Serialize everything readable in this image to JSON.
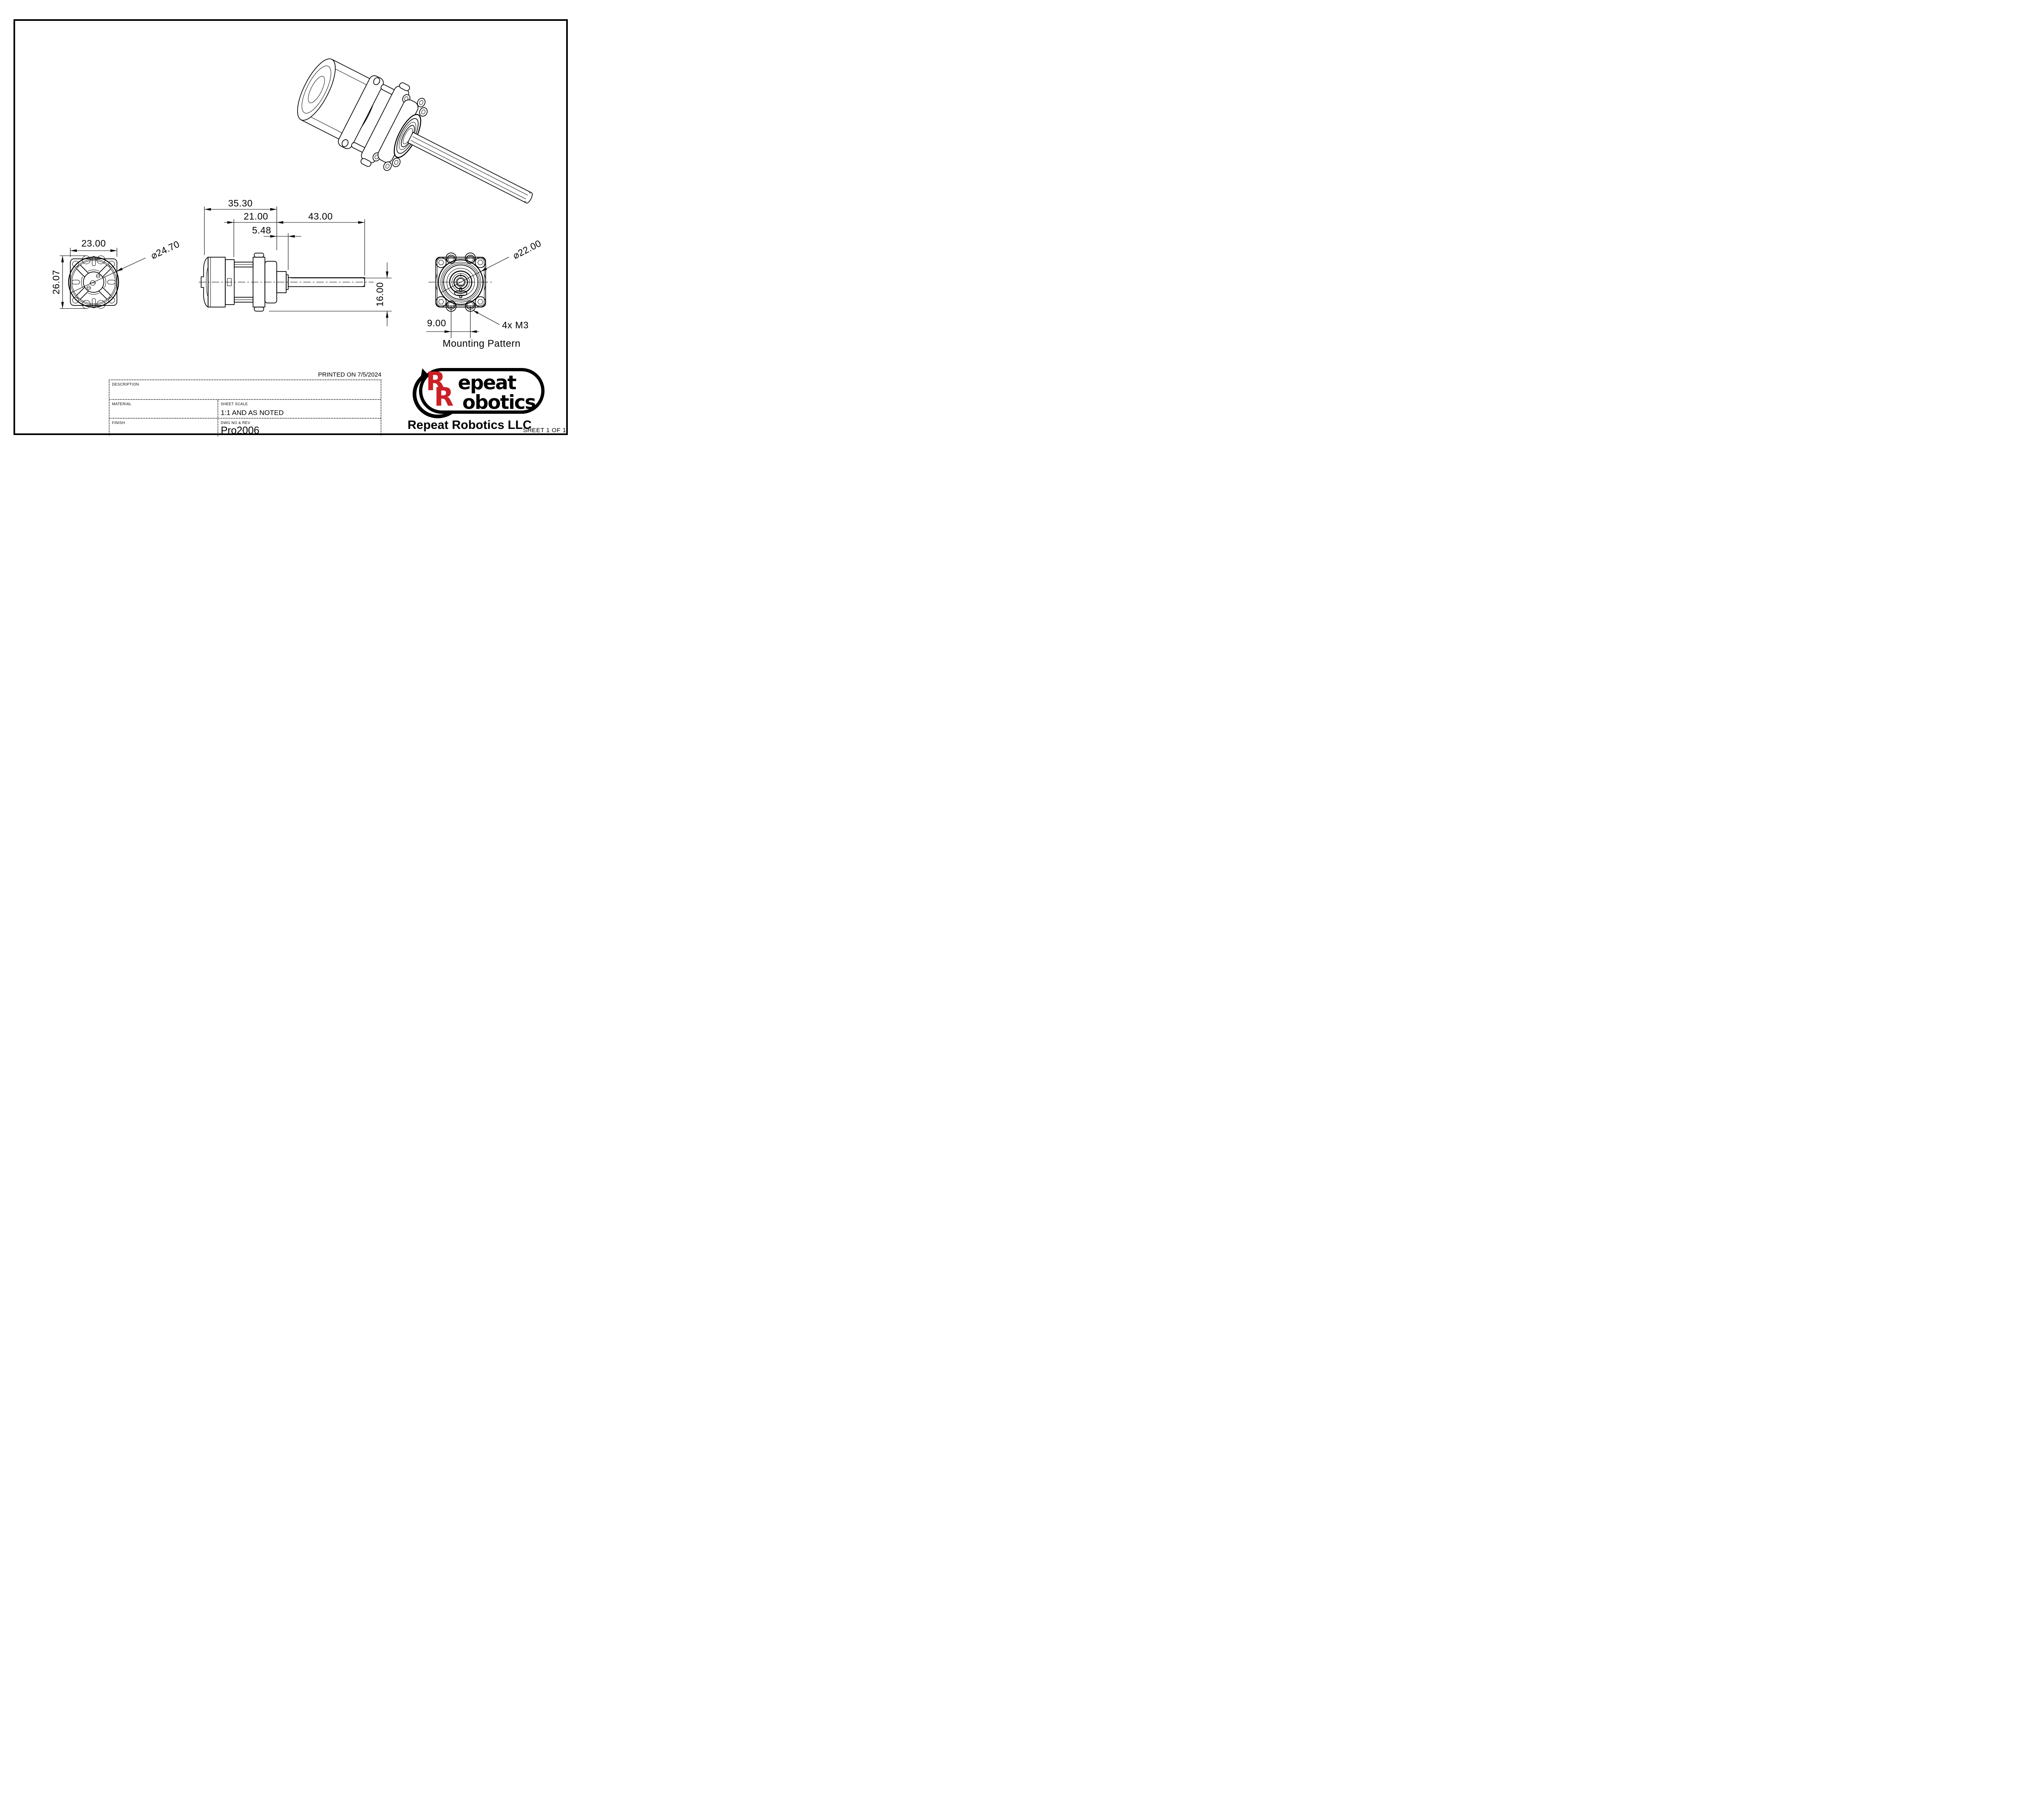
{
  "sheet": {
    "printed_on": "PRINTED ON 7/5/2024",
    "sheet_of": "SHEET 1 OF 1"
  },
  "title_block": {
    "description_label": "DESCRIPTION",
    "material_label": "MATERIAL",
    "finish_label": "FINISH",
    "sheet_scale_label": "SHEET SCALE",
    "sheet_scale_value": "1:1 AND AS NOTED",
    "dwg_label": "DWG  NO & REV",
    "dwg_value": "Pro2006"
  },
  "logo": {
    "monogram_top": "R",
    "monogram_bottom": "R",
    "word_top": "epeat",
    "word_bottom": "obotics",
    "company": "Repeat Robotics LLC",
    "accent_color": "#cb2026"
  },
  "views": {
    "rear": {
      "width": "23.00",
      "height": "26.07",
      "can_diameter": "⌀24.70"
    },
    "side": {
      "total_length": "35.30",
      "body_length": "21.00",
      "boss_length": "5.48",
      "shaft_length": "43.00",
      "face_height": "16.00"
    },
    "front": {
      "boss_diameter": "⌀22.00",
      "hole_spacing": "9.00",
      "thread_callout": "4x M3",
      "caption": "Mounting Pattern"
    }
  }
}
